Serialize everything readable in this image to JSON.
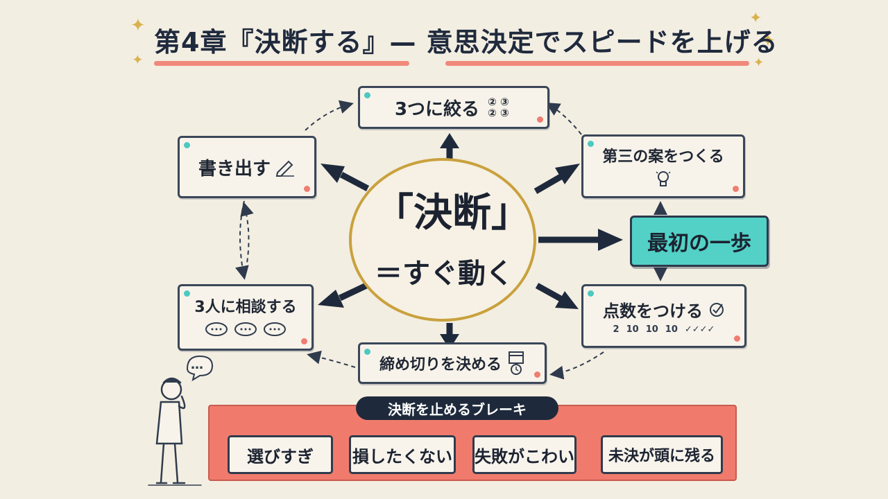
{
  "title": "第4章『決断する』— 意思決定でスピードを上げる",
  "center": {
    "top": "「決断」",
    "bottom": "＝すぐ動く"
  },
  "nodes": {
    "narrow": {
      "label": "3つに絞る",
      "icon": "numbered-circles-icon",
      "marks": [
        "②",
        "③",
        "②",
        "③"
      ]
    },
    "write": {
      "label": "書き出す",
      "icon": "pencil-icon"
    },
    "third": {
      "label": "第三の案をつくる",
      "icon": "lightbulb-icon"
    },
    "first_step": {
      "label": "最初の一歩"
    },
    "consult": {
      "label": "3人に相談する",
      "icon": "speech-bubbles-icon"
    },
    "score": {
      "label": "点数をつける",
      "icon": "check-circle-icon",
      "scale": [
        "2",
        "10",
        "10",
        "10"
      ]
    },
    "deadline": {
      "label": "締め切りを決める",
      "icon": "calendar-clock-icon"
    }
  },
  "brakes": {
    "title": "決断を止めるブレーキ",
    "items": [
      "選びすぎ",
      "損したくない",
      "失敗がこわい",
      "未決が頭に残る"
    ]
  },
  "person": {
    "icon": "thinking-person-icon",
    "bubble": "…"
  },
  "colors": {
    "teal": "#53d1c6",
    "coral": "#f07b6d",
    "navy": "#1e2a3c",
    "gold": "#c9a13d"
  }
}
